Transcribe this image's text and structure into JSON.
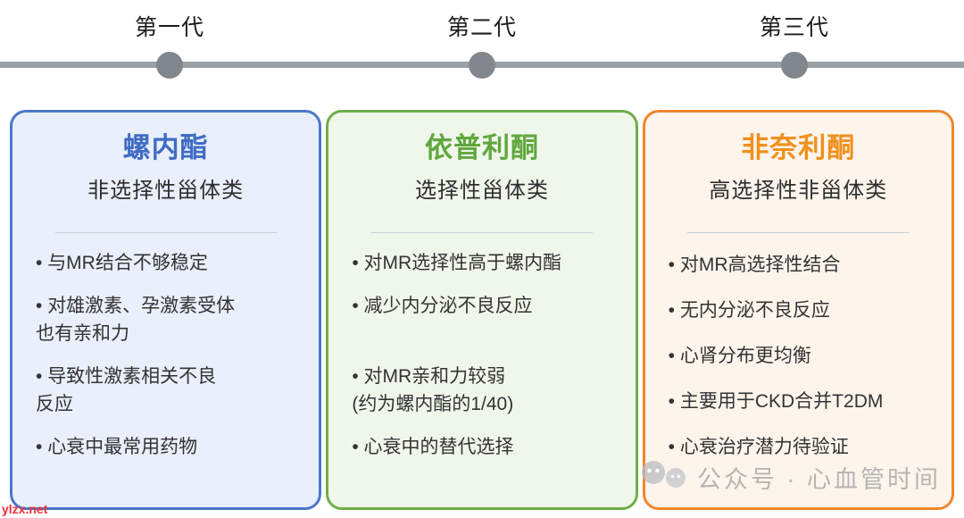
{
  "timeline": {
    "items": [
      {
        "label": "第一代"
      },
      {
        "label": "第二代"
      },
      {
        "label": "第三代"
      }
    ]
  },
  "cards": [
    {
      "title": "螺内酯",
      "subtitle": "非选择性甾体类",
      "accent_color": "#4472c4",
      "bullets": [
        "与MR结合不够稳定",
        "对雄激素、孕激素受体\n也有亲和力",
        "导致性激素相关不良\n反应",
        "心衰中最常用药物"
      ]
    },
    {
      "title": "依普利酮",
      "subtitle": "选择性甾体类",
      "accent_color": "#70ad47",
      "bullets": [
        "对MR选择性高于螺内酯",
        "减少内分泌不良反应",
        "对MR亲和力较弱\n(约为螺内酯的1/40)",
        "心衰中的替代选择"
      ]
    },
    {
      "title": "非奈利酮",
      "subtitle": "高选择性非甾体类",
      "accent_color": "#ed7d31",
      "bullets": [
        "对MR高选择性结合",
        "无内分泌不良反应",
        "心肾分布更均衡",
        "主要用于CKD合并T2DM",
        "心衰治疗潜力待验证"
      ]
    }
  ],
  "watermarks": {
    "site": "ylzx.net",
    "account": "公众号 · 心血管时间"
  }
}
